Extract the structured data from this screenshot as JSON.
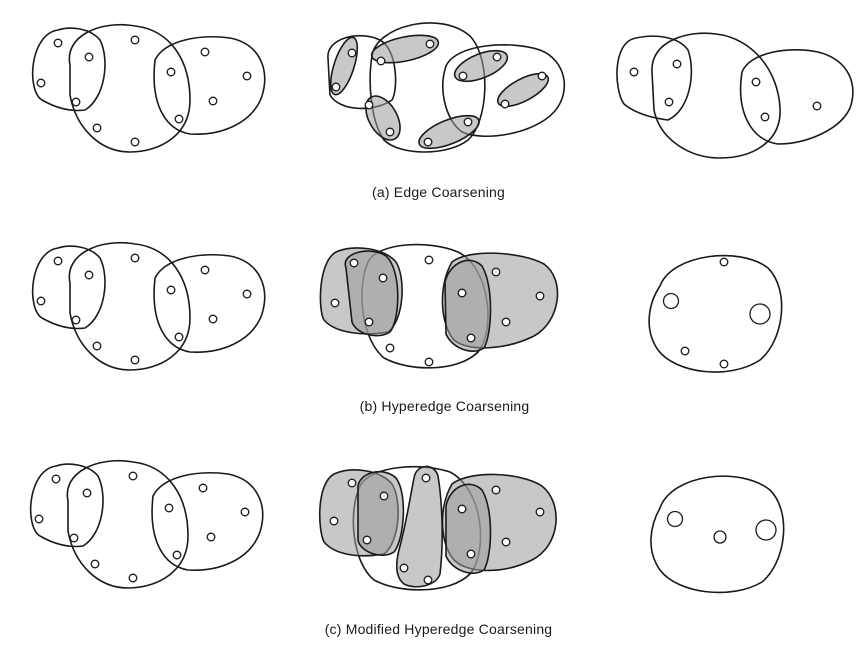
{
  "captions": {
    "a": "(a) Edge Coarsening",
    "b": "(b) Hyperedge Coarsening",
    "c": "(c) Modified Hyperedge Coarsening"
  },
  "colors": {
    "stroke": "#1a1a1a",
    "shading": "#9a9a9a",
    "background": "#ffffff"
  }
}
